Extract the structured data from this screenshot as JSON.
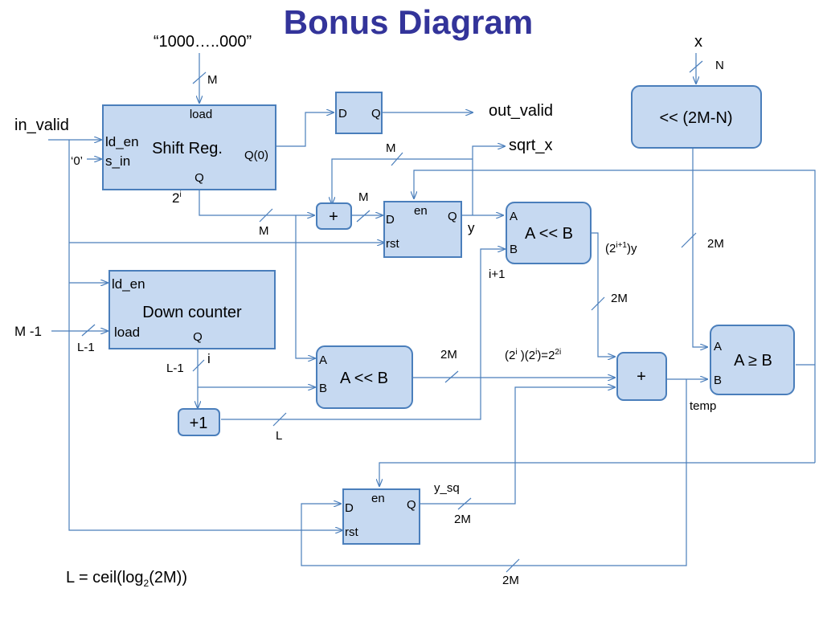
{
  "title": "Bonus Diagram",
  "colors": {
    "title": "#33349A",
    "block_fill": "#C6D9F1",
    "block_stroke": "#4A7EBB",
    "wire": "#4A7EBB"
  },
  "inputs": {
    "init_constant": "“1000…..000”",
    "in_valid": "in_valid",
    "zero": "‘0’",
    "x": "x",
    "m_minus_1": "M -1"
  },
  "outputs": {
    "out_valid": "out_valid",
    "sqrt_x": "sqrt_x"
  },
  "blocks": {
    "shift_reg": {
      "name": "Shift Reg.",
      "ld_en": "ld_en",
      "s_in": "s_in",
      "load": "load",
      "q0": "Q(0)",
      "q": "Q"
    },
    "dff_valid": {
      "d": "D",
      "q": "Q"
    },
    "shifter_x": {
      "name": "<< (2M-N)"
    },
    "adder_y": {
      "name": "+"
    },
    "reg_y": {
      "d": "D",
      "q": "Q",
      "en": "en",
      "rst": "rst"
    },
    "shift_y": {
      "name": "A << B",
      "a": "A",
      "b": "B"
    },
    "down_counter": {
      "name": "Down counter",
      "ld_en": "ld_en",
      "load": "load",
      "q": "Q"
    },
    "shift_pow": {
      "name": "A << B",
      "a": "A",
      "b": "B"
    },
    "inc": {
      "name": "+1"
    },
    "adder_sq": {
      "name": "+"
    },
    "comparator": {
      "name": "A ≥ B",
      "a": "A",
      "b": "B"
    },
    "reg_ysq": {
      "d": "D",
      "q": "Q",
      "en": "en",
      "rst": "rst"
    }
  },
  "labels": {
    "m_top": "M",
    "n": "N",
    "m_to_sqrt": "M",
    "m_adder_out": "M",
    "m_adder_in": "M",
    "two_i": "2",
    "two_i_sup": "i",
    "y": "y",
    "two_m_shifter": "2M",
    "shift_y_out_pre": "(2",
    "shift_y_out_sup": "i+1",
    "shift_y_out_post": ")y",
    "i_plus_1": "i+1",
    "two_m_mid": "2M",
    "l_minus_1_in": "L-1",
    "l_minus_1_out": "L-1",
    "i": "i",
    "two_m_pow": "2M",
    "pow_eq": {
      "p1": "(2",
      "s1": "i",
      "p2": " )(2",
      "s2": "i",
      "p3": ")=2",
      "s3": "2i"
    },
    "l": "L",
    "temp": "temp",
    "y_sq": "y_sq",
    "two_m_ysq": "2M",
    "two_m_bottom": "2M",
    "formula": {
      "pre": "L = ceil(log",
      "sub": "2",
      "post": "(2M))"
    }
  }
}
